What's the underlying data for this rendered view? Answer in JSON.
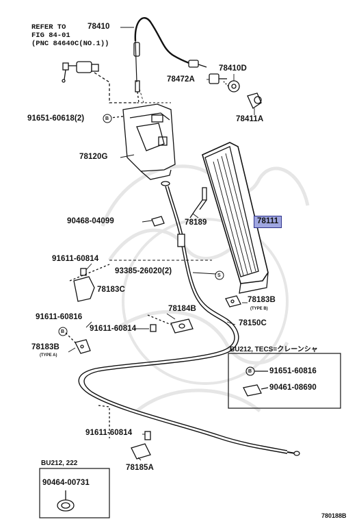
{
  "reference_note": {
    "line1": "REFER TO",
    "line2": "FIG 84-01",
    "line3": "(PNC 84640C(NO.1))"
  },
  "symbols": {
    "bolt_b": "B",
    "screw_s": "S"
  },
  "parts": {
    "p78410": "78410",
    "p78410D": "78410D",
    "p78472A": "78472A",
    "p78411A": "78411A",
    "p91651_60618": "91651-60618(2)",
    "p78120G": "78120G",
    "p90468_04099": "90468-04099",
    "p78189": "78189",
    "p78111": "78111",
    "p91611_60814_a": "91611-60814",
    "p93385_26020": "93385-26020(2)",
    "p78183C": "78183C",
    "p78184B": "78184B",
    "p78183B_right": "78183B",
    "type_b": "(TYPE B)",
    "p91611_60816": "91611-60816",
    "p91611_60814_b": "91611-60814",
    "p78150C": "78150C",
    "p78183B_left": "78183B",
    "type_a": "(TYPE A)",
    "p91611_60814_c": "91611-60814",
    "p78185A": "78185A"
  },
  "inset_right": {
    "title": "BU212, TECS=クレーンシャ",
    "part1": "91651-60816",
    "part2": "90461-08690"
  },
  "inset_left": {
    "title": "BU212, 222",
    "part1": "90464-00731"
  },
  "figure_code": "780188B",
  "highlight_color": "#9fa6e0"
}
